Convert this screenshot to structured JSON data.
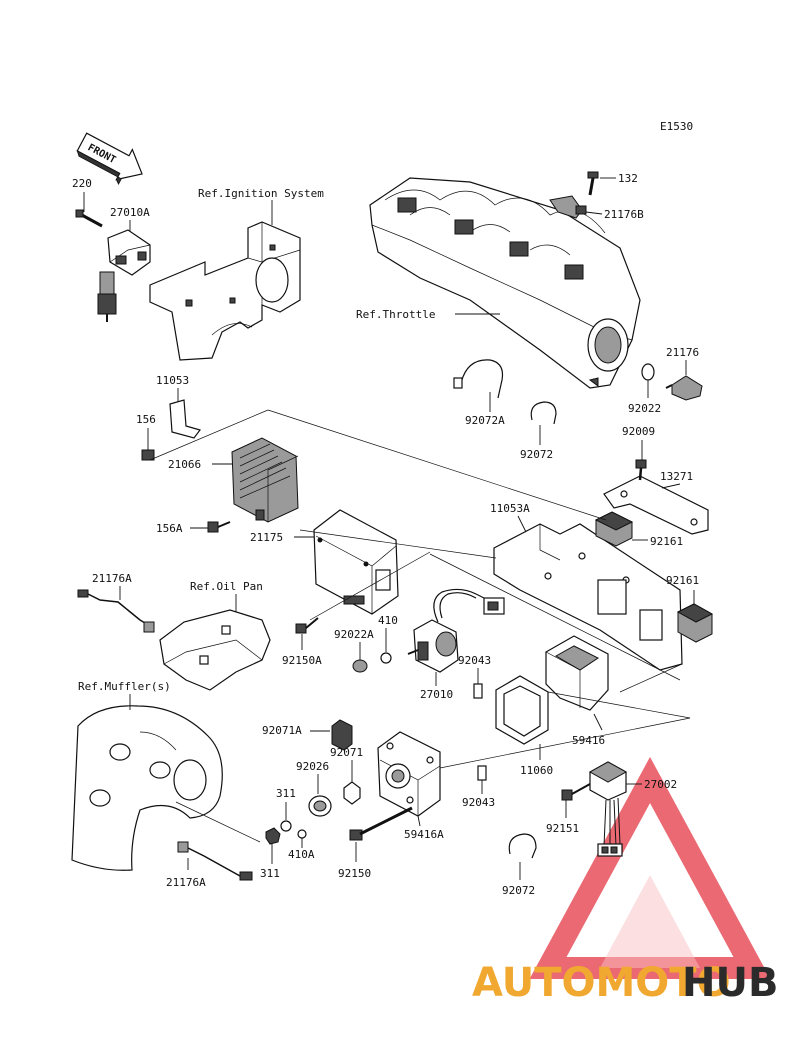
{
  "diagram_code": "E1530",
  "front_label": "FRONT",
  "refs": {
    "ignition": "Ref.Ignition System",
    "throttle": "Ref.Throttle",
    "oil_pan": "Ref.Oil Pan",
    "muffler": "Ref.Muffler(s)"
  },
  "parts": {
    "p220": "220",
    "p27010A": "27010A",
    "p11053": "11053",
    "p156": "156",
    "p21066": "21066",
    "p156A": "156A",
    "p21175": "21175",
    "p21176A_top": "21176A",
    "p92150A": "92150A",
    "p92022A": "92022A",
    "p410": "410",
    "p27010": "27010",
    "p92043_top": "92043",
    "p132": "132",
    "p21176B": "21176B",
    "p21176": "21176",
    "p92022": "92022",
    "p92072A": "92072A",
    "p92072_mid": "92072",
    "p92009": "92009",
    "p13271": "13271",
    "p11053A": "11053A",
    "p92161_top": "92161",
    "p92161_right": "92161",
    "p59416": "59416",
    "p11060": "11060",
    "p92071A": "92071A",
    "p92071": "92071",
    "p92026": "92026",
    "p311_top": "311",
    "p410A": "410A",
    "p311_bot": "311",
    "p59416A": "59416A",
    "p92043_bot": "92043",
    "p92150": "92150",
    "p27002": "27002",
    "p92151": "92151",
    "p92072_bot": "92072",
    "p21176A_bot": "21176A"
  },
  "watermark": {
    "part1": "AUTOMOTO",
    "part2": "HUB",
    "color_primary": "#f0a830",
    "color_secondary": "#2b2b2b",
    "color_triangle": "#e8505b"
  }
}
